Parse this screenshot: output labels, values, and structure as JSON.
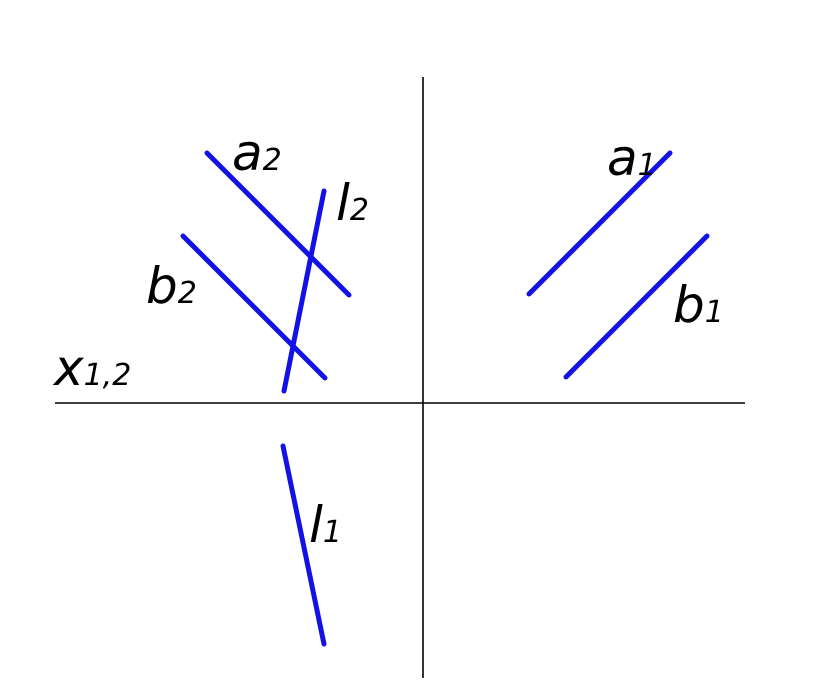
{
  "colors": {
    "axis": "#000000",
    "line": "#1212e6",
    "label": "#000000"
  },
  "axis_label": {
    "main": "x",
    "sub": "1,2"
  },
  "labels": [
    {
      "id": "a2",
      "main": "a",
      "sub": "2"
    },
    {
      "id": "l2",
      "main": "l",
      "sub": "2"
    },
    {
      "id": "b2",
      "main": "b",
      "sub": "2"
    },
    {
      "id": "a1",
      "main": "a",
      "sub": "1"
    },
    {
      "id": "b1",
      "main": "b",
      "sub": "1"
    },
    {
      "id": "l1",
      "main": "l",
      "sub": "1"
    }
  ]
}
